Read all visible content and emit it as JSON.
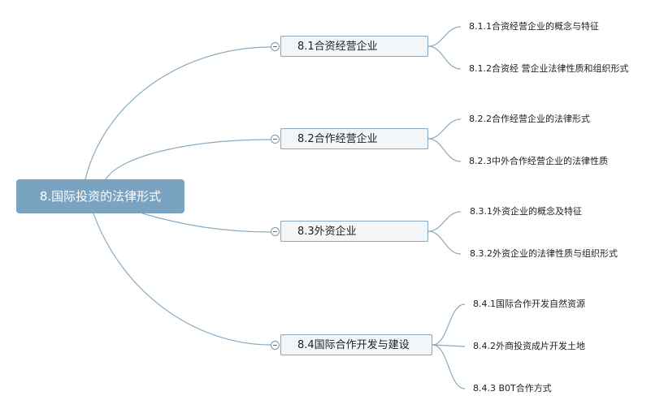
{
  "root": {
    "label": "8.国际投资的法律形式"
  },
  "branches": [
    {
      "label": "8.1合资经营企业",
      "children": [
        "8.1.1合资经营企业的概念与特征",
        "8.1.2合资经 营企业法律性质和组织形式"
      ]
    },
    {
      "label": "8.2合作经营企业",
      "children": [
        "8.2.2合作经营企业的法律形式",
        "8.2.3中外合作经营企业的法律性质"
      ]
    },
    {
      "label": "8.3外资企业",
      "children": [
        "8.3.1外资企业的概念及特征",
        "8.3.2外资企业的法律性质与组织形式"
      ]
    },
    {
      "label": "8.4国际合作开发与建设",
      "children": [
        "8.4.1国际合作开发自然资源",
        "8.4.2外商投资成片开发土地",
        "8.4.3 B0T合作方式"
      ]
    }
  ],
  "colors": {
    "edge": "#8aaac0",
    "root_fill": "#7aa3c1",
    "topic_fill": "#f2f6f9"
  }
}
